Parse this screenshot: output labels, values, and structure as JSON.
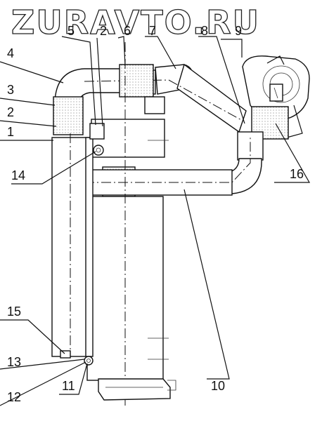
{
  "watermark": "ZURAVTO.RU",
  "callouts": [
    "1",
    "2",
    "3",
    "4",
    "5",
    "2",
    "6",
    "7",
    "8",
    "9",
    "10",
    "11",
    "12",
    "13",
    "14",
    "15",
    "16"
  ],
  "colors": {
    "line": "#111111",
    "background": "#ffffff"
  }
}
